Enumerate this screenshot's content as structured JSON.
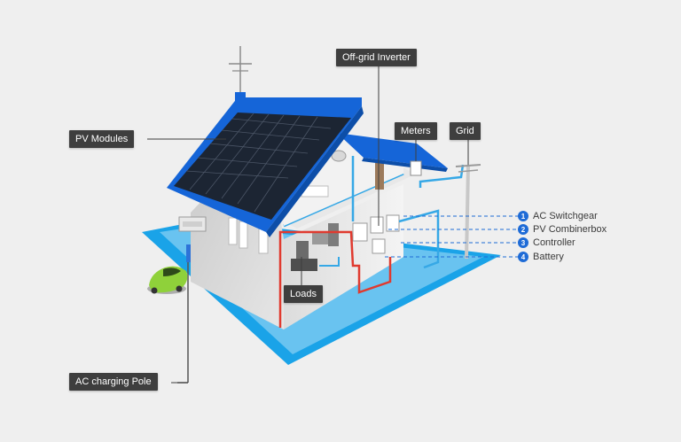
{
  "callouts": {
    "off_grid_inverter": "Off-grid Inverter",
    "pv_modules": "PV Modules",
    "meters": "Meters",
    "grid": "Grid",
    "loads": "Loads",
    "ac_charging_pole": "AC charging Pole"
  },
  "legend": [
    {
      "num": "1",
      "label": "AC Switchgear"
    },
    {
      "num": "2",
      "label": "PV Combinerbox"
    },
    {
      "num": "3",
      "label": "Controller"
    },
    {
      "num": "4",
      "label": "Battery"
    }
  ],
  "colors": {
    "background": "#efefef",
    "callout_bg": "#3e3e3e",
    "roof_blue": "#1565d8",
    "ground_blue": "#1aa3e8",
    "pv_panel": "#1c2533",
    "dc_wire": "#e03a2f",
    "ac_wire": "#36a8e6",
    "car_green": "#8fd13a"
  }
}
